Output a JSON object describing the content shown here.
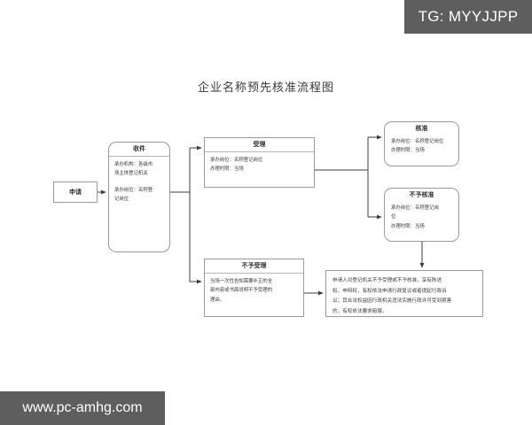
{
  "banners": {
    "tg_tag": "TG: MYYJJPP",
    "watermark": "www.pc-amhg.com"
  },
  "chart_data": {
    "type": "diagram",
    "title": "企业名称预先核准流程图",
    "nodes": [
      {
        "id": "apply",
        "label": "申请",
        "shape": "rect",
        "body": []
      },
      {
        "id": "receive",
        "label": "收件",
        "shape": "rounded-rect",
        "body": [
          "承办机构：各级市场主体登记机关",
          "承办岗位：名称登记岗位"
        ]
      },
      {
        "id": "accept",
        "label": "受理",
        "shape": "rect",
        "body": [
          "承办岗位：名称登记岗位",
          "办理时限：当场"
        ]
      },
      {
        "id": "approve",
        "label": "核准",
        "shape": "rounded-rect",
        "body": [
          "承办岗位：名称登记岗位",
          "办理时限：当场"
        ]
      },
      {
        "id": "not-approve",
        "label": "不予核准",
        "shape": "rounded-rect",
        "body": [
          "承办岗位：名称登记岗位",
          "办理时限：当场"
        ]
      },
      {
        "id": "not-accept",
        "label": "不予受理",
        "shape": "rect",
        "body": [
          "当场一次性告知需要补正的全部内容或书面说明不予受理的理由。"
        ]
      },
      {
        "id": "rights",
        "label": "",
        "shape": "rect",
        "body": [
          "申请人对登记机关不予受理或不予核准，享有陈述权、申辩权，有权依法申请行政复议或者提起行政诉讼；其合法权益因行政机关违法实施行政许可受到损害的，有权依法要求赔偿。"
        ]
      }
    ],
    "edges": [
      {
        "from": "apply",
        "to": "receive"
      },
      {
        "from": "receive",
        "to": "accept"
      },
      {
        "from": "receive",
        "to": "not-accept"
      },
      {
        "from": "accept",
        "to": "approve"
      },
      {
        "from": "accept",
        "to": "not-approve"
      },
      {
        "from": "not-approve",
        "to": "rights"
      },
      {
        "from": "not-accept",
        "to": "rights"
      }
    ]
  },
  "nodes": {
    "apply": {
      "title": "申请"
    },
    "receive": {
      "title": "收件",
      "line1": "承办机构：各级市",
      "line2": "场主体登记机关",
      "line3": "承办岗位：名称登",
      "line4": "记岗位"
    },
    "accept": {
      "title": "受理",
      "line1": "承办岗位：名称登记岗位",
      "line2": "办理时限：当场"
    },
    "approve": {
      "title": "核准",
      "line1": "承办岗位：名称登记岗位",
      "line2": "办理时限：当场"
    },
    "not_approve": {
      "title": "不予核准",
      "line1": "承办岗位：名称登记岗",
      "line2": "位",
      "line3": "办理时限：当场"
    },
    "not_accept": {
      "title": "不予受理",
      "line1": "当场一次性告知需要补正的全",
      "line2": "部内容或书面说明不予受理的",
      "line3": "理由。"
    },
    "rights": {
      "line1": "申请人对登记机关不予受理或不予核准，享有陈述",
      "line2": "权、申辩权，有权依法申请行政复议或者提起行政诉",
      "line3": "讼；其合法权益因行政机关违法实施行政许可受到损害",
      "line4": "的，有权依法要求赔偿。"
    }
  }
}
